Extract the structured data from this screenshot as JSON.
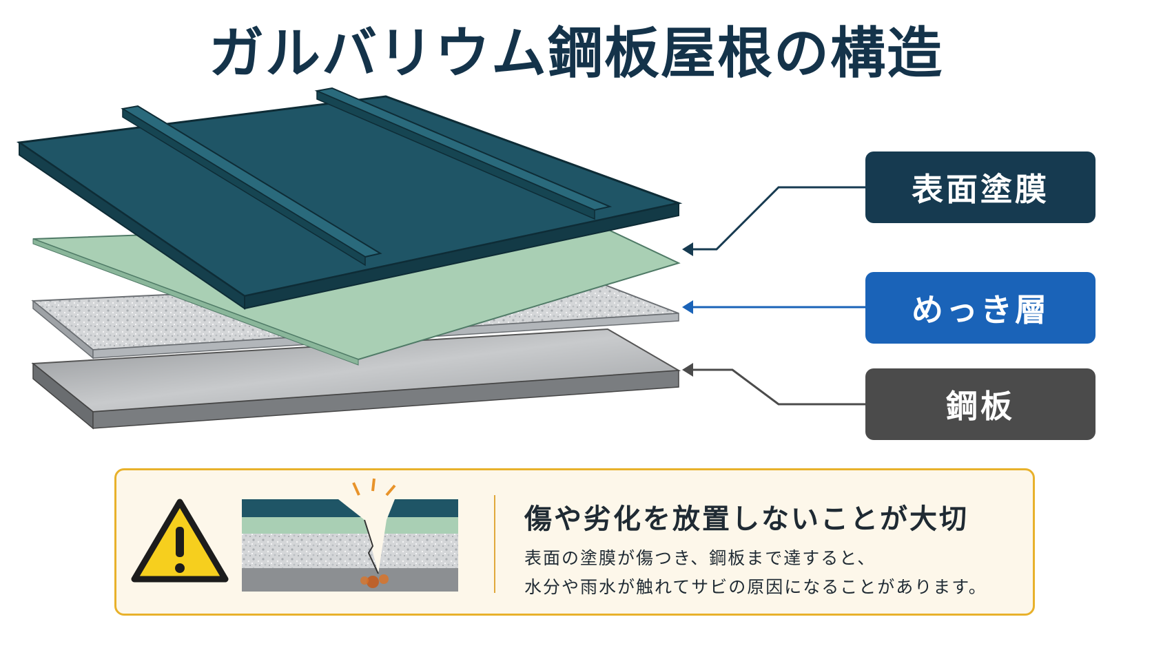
{
  "title": "ガルバリウム鋼板屋根の構造",
  "layers": [
    {
      "label": "表面塗膜",
      "color": "#163a50"
    },
    {
      "label": "めっき層",
      "color": "#1a63b8"
    },
    {
      "label": "鋼板",
      "color": "#4b4b4b"
    }
  ],
  "warning": {
    "icon": "warning-triangle-icon",
    "heading": "傷や劣化を放置しないことが大切",
    "line1": "表面の塗膜が傷つき、鋼板まで達すると、",
    "line2": "水分や雨水が触れてサビの原因になることがあります。",
    "accent_color": "#e8b12b"
  }
}
